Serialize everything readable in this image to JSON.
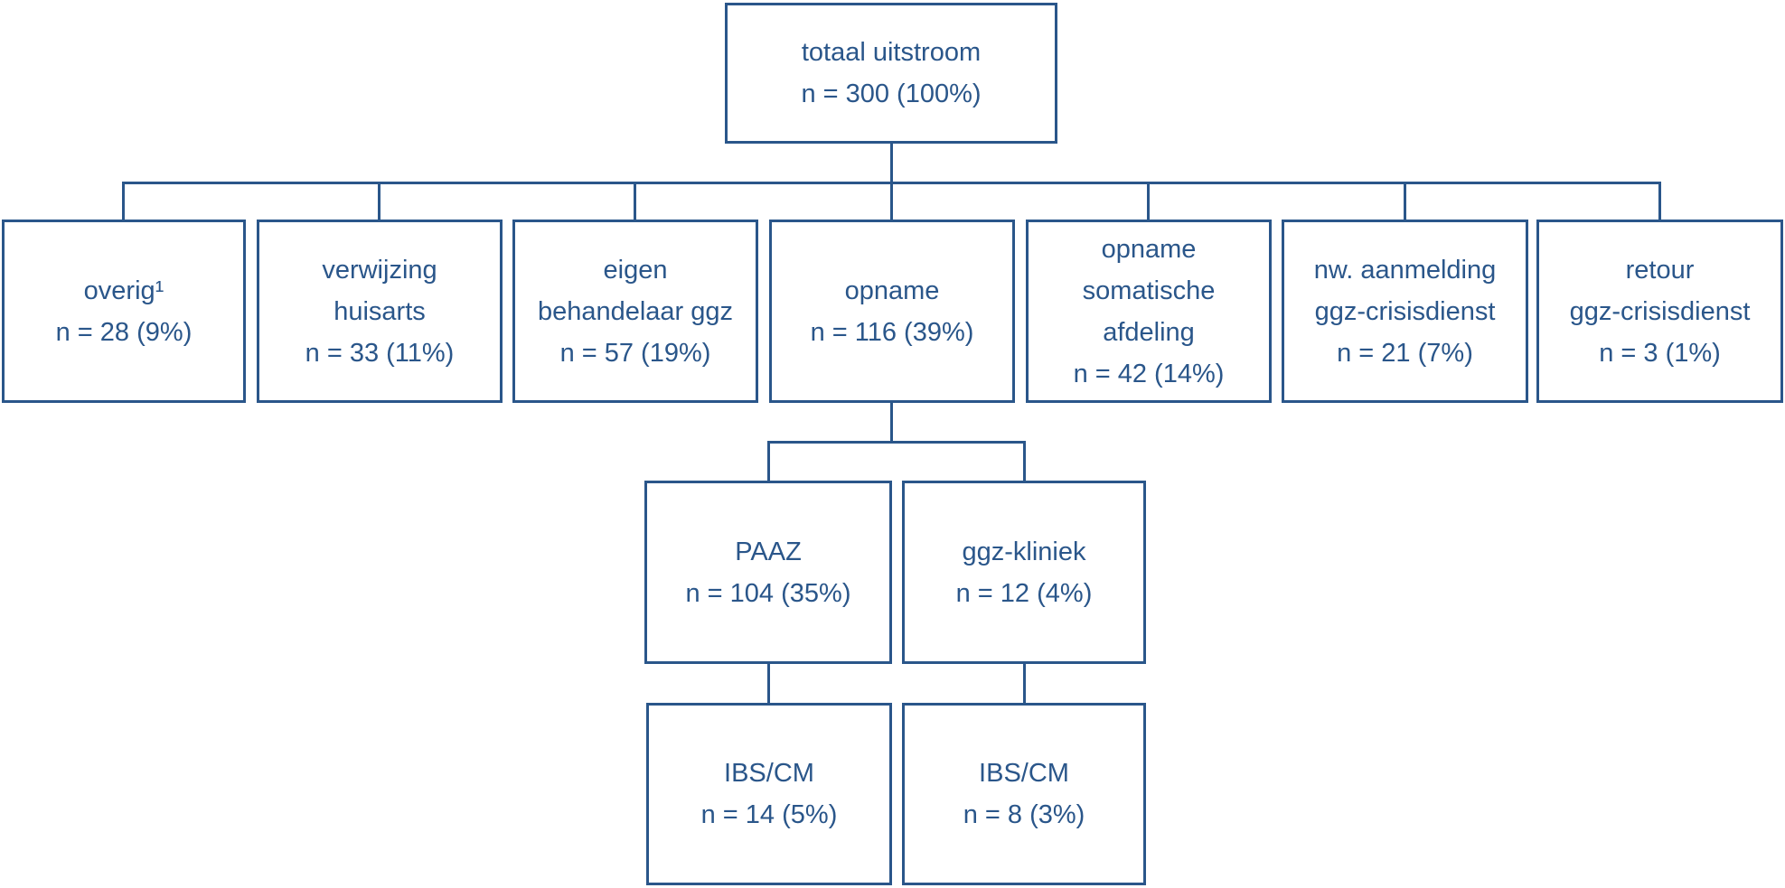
{
  "diagram": {
    "type": "flowchart",
    "language": "nl",
    "accent_color": "#2A568A",
    "background_color": "#FFFFFF",
    "nodes": [
      {
        "id": "totaal-uitstroom",
        "parent": null,
        "label": "totaal uitstroom",
        "n": 300,
        "percent": 100,
        "lines": [
          "totaal uitstroom",
          "n = 300 (100%)"
        ]
      },
      {
        "id": "overig",
        "parent": "totaal-uitstroom",
        "label": "overig¹",
        "n": 28,
        "percent": 9,
        "lines": [
          "overig¹",
          "n = 28 (9%)"
        ]
      },
      {
        "id": "verwijzing-huisarts",
        "parent": "totaal-uitstroom",
        "label": "verwijzing huisarts",
        "n": 33,
        "percent": 11,
        "lines": [
          "verwijzing",
          "huisarts",
          "n = 33 (11%)"
        ]
      },
      {
        "id": "eigen-behandelaar-ggz",
        "parent": "totaal-uitstroom",
        "label": "eigen behandelaar ggz",
        "n": 57,
        "percent": 19,
        "lines": [
          "eigen",
          "behandelaar ggz",
          "n = 57 (19%)"
        ]
      },
      {
        "id": "opname",
        "parent": "totaal-uitstroom",
        "label": "opname",
        "n": 116,
        "percent": 39,
        "lines": [
          "opname",
          "n = 116 (39%)"
        ]
      },
      {
        "id": "opname-somatische-afdeling",
        "parent": "totaal-uitstroom",
        "label": "opname somatische afdeling",
        "n": 42,
        "percent": 14,
        "lines": [
          "opname",
          "somatische",
          "afdeling",
          "n = 42 (14%)"
        ]
      },
      {
        "id": "nw-aanmelding-ggz-crisisdienst",
        "parent": "totaal-uitstroom",
        "label": "nw. aanmelding ggz-crisisdienst",
        "n": 21,
        "percent": 7,
        "lines": [
          "nw. aanmelding",
          "ggz-crisisdienst",
          "n = 21 (7%)"
        ]
      },
      {
        "id": "retour-ggz-crisisdienst",
        "parent": "totaal-uitstroom",
        "label": "retour ggz-crisisdienst",
        "n": 3,
        "percent": 1,
        "lines": [
          "retour",
          "ggz-crisisdienst",
          "n = 3 (1%)"
        ]
      },
      {
        "id": "paaz",
        "parent": "opname",
        "label": "PAAZ",
        "n": 104,
        "percent": 35,
        "lines": [
          "PAAZ",
          "n = 104 (35%)"
        ]
      },
      {
        "id": "ggz-kliniek",
        "parent": "opname",
        "label": "ggz-kliniek",
        "n": 12,
        "percent": 4,
        "lines": [
          "ggz-kliniek",
          "n = 12 (4%)"
        ]
      },
      {
        "id": "ibs-cm-paaz",
        "parent": "paaz",
        "label": "IBS/CM",
        "n": 14,
        "percent": 5,
        "lines": [
          "IBS/CM",
          "n = 14 (5%)"
        ]
      },
      {
        "id": "ibs-cm-ggz-kliniek",
        "parent": "ggz-kliniek",
        "label": "IBS/CM",
        "n": 8,
        "percent": 3,
        "lines": [
          "IBS/CM",
          "n = 8 (3%)"
        ]
      }
    ]
  }
}
